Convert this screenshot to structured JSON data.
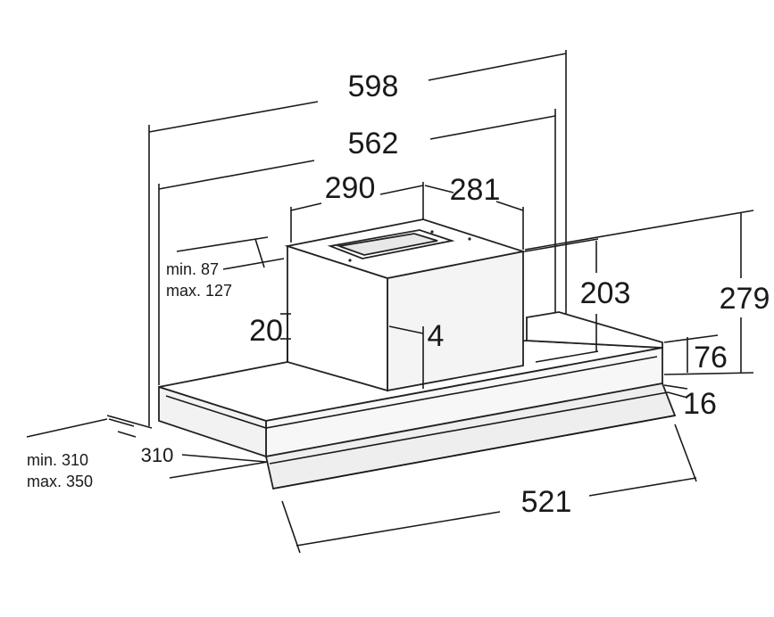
{
  "dimensions": {
    "overall_width": "598",
    "inner_width": "562",
    "chimney_width": "290",
    "chimney_depth": "281",
    "chimney_height": "203",
    "total_height": "279",
    "front_height": "76",
    "front_lip": "16",
    "chimney_step": "20",
    "chimney_offset": "4",
    "front_depth": "521",
    "depth": "310"
  },
  "notes": {
    "outlet_min": "min. 87",
    "outlet_max": "max. 127",
    "depth_min": "min. 310",
    "depth_max": "max. 350"
  },
  "colors": {
    "line": "#1a1a1a",
    "face_light": "#ffffff",
    "face_shade": "#f3f3f3"
  }
}
